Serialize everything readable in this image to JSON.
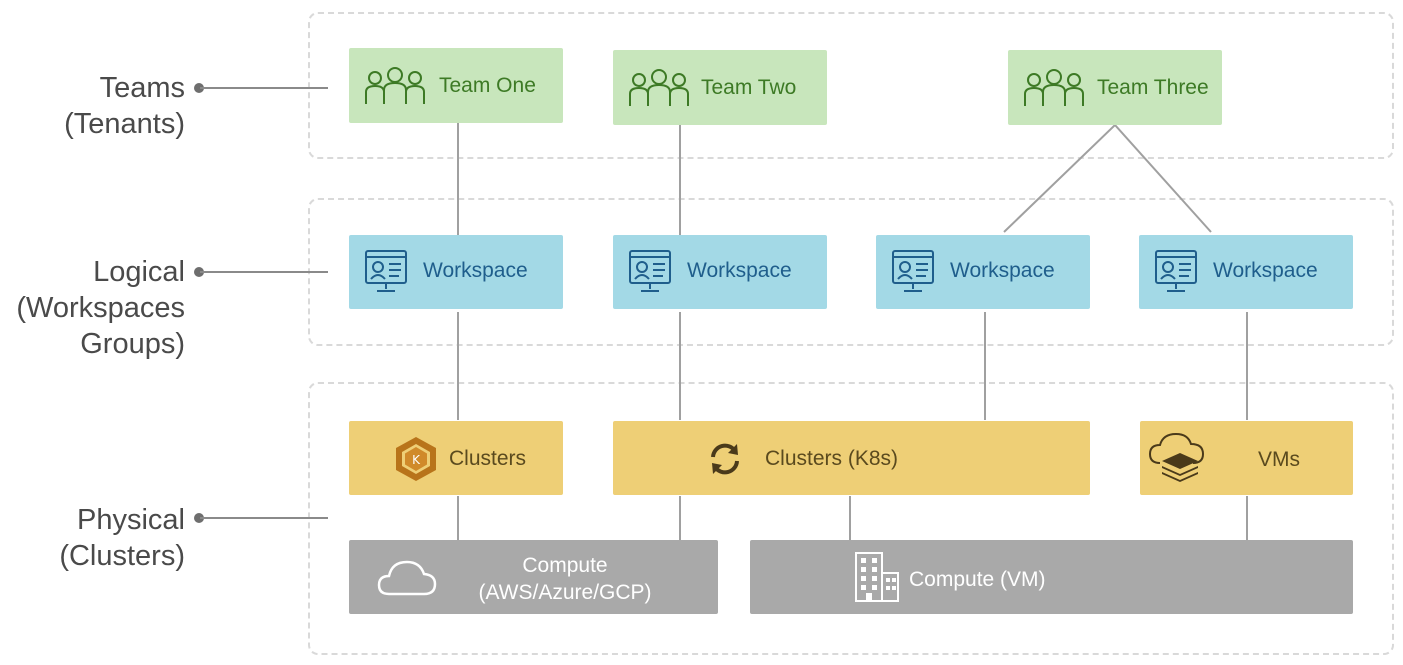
{
  "layers": {
    "teams": {
      "line1": "Teams",
      "line2": "(Tenants)"
    },
    "logical": {
      "line1": "Logical",
      "line2": "(Workspaces",
      "line3": "Groups)"
    },
    "physical": {
      "line1": "Physical",
      "line2": "(Clusters)"
    }
  },
  "teams": [
    {
      "label": "Team One",
      "icon": "team-icon"
    },
    {
      "label": "Team Two",
      "icon": "team-icon"
    },
    {
      "label": "Team Three",
      "icon": "team-icon"
    }
  ],
  "workspaces": [
    {
      "label": "Workspace",
      "icon": "workspace-monitor-icon"
    },
    {
      "label": "Workspace",
      "icon": "workspace-monitor-icon"
    },
    {
      "label": "Workspace",
      "icon": "workspace-monitor-icon"
    },
    {
      "label": "Workspace",
      "icon": "workspace-monitor-icon"
    }
  ],
  "clusters": [
    {
      "label": "Clusters",
      "icon": "eks-hexagon-icon"
    },
    {
      "label": "Clusters (K8s)",
      "icon": "sync-icon"
    },
    {
      "label": "VMs",
      "icon": "cloud-layers-icon"
    }
  ],
  "compute": [
    {
      "line1": "Compute",
      "line2": "(AWS/Azure/GCP)",
      "icon": "cloud-icon"
    },
    {
      "label": "Compute (VM)",
      "icon": "building-icon"
    }
  ],
  "colors": {
    "team_fill": "#c8e6bc",
    "team_text": "#3d7a25",
    "workspace_fill": "#a3d9e6",
    "workspace_text": "#1f5e8c",
    "cluster_fill": "#eecf76",
    "compute_fill": "#a9a9a9",
    "frame_border": "#d9d9d9",
    "connector": "#a0a0a0"
  }
}
